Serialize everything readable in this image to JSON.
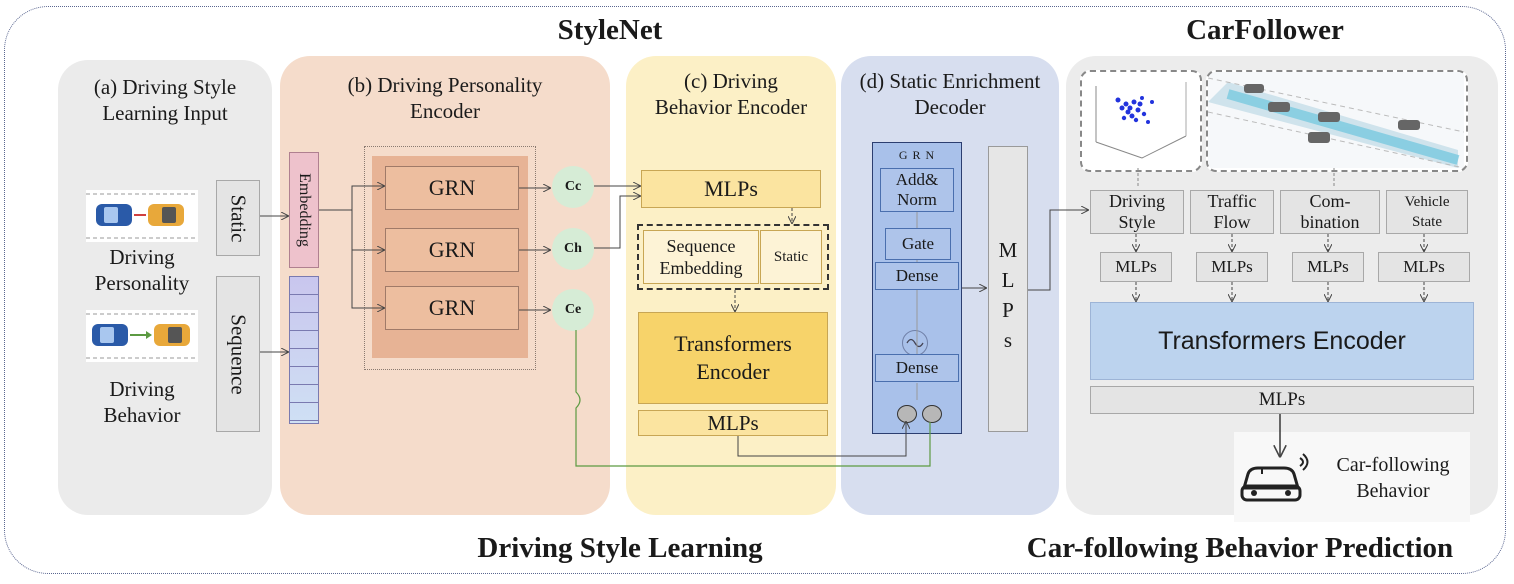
{
  "titles": {
    "stylenet": "StyleNet",
    "carfollower": "CarFollower",
    "driving_style_learning": "Driving Style Learning",
    "car_following_prediction": "Car-following Behavior Prediction"
  },
  "panel_a": {
    "title_line1": "(a) Driving Style",
    "title_line2": "Learning Input",
    "personality_label_1": "Driving",
    "personality_label_2": "Personality",
    "behavior_label_1": "Driving",
    "behavior_label_2": "Behavior",
    "static_box": "Static",
    "sequence_box": "Sequence"
  },
  "panel_b": {
    "title_line1": "(b) Driving Personality",
    "title_line2": "Encoder",
    "embedding": "Embedding",
    "grn_1": "GRN",
    "grn_2": "GRN",
    "grn_3": "GRN",
    "cc": "Cc",
    "ch": "Ch",
    "ce": "Ce"
  },
  "panel_c": {
    "title_line1": "(c) Driving",
    "title_line2": "Behavior Encoder",
    "mlps_top": "MLPs",
    "sequence_embedding_1": "Sequence",
    "sequence_embedding_2": "Embedding",
    "static": "Static",
    "transformers_1": "Transformers",
    "transformers_2": "Encoder",
    "mlps_bottom": "MLPs"
  },
  "panel_d": {
    "title_line1": "(d) Static Enrichment",
    "title_line2": "Decoder",
    "grn_label": "G R N",
    "add_norm_1": "Add&",
    "add_norm_2": "Norm",
    "gate": "Gate",
    "dense_top": "Dense",
    "dense_bottom": "Dense",
    "mlps_vertical": [
      "M",
      "L",
      "P",
      "s"
    ]
  },
  "panel_e": {
    "input_1_a": "Driving",
    "input_1_b": "Style",
    "input_2_a": "Traffic",
    "input_2_b": "Flow",
    "input_3_a": "Com-",
    "input_3_b": "bination",
    "input_4_a": "Vehicle",
    "input_4_b": "State",
    "mlps_1": "MLPs",
    "mlps_2": "MLPs",
    "mlps_3": "MLPs",
    "mlps_4": "MLPs",
    "transformers": "Transformers Encoder",
    "mlps_bottom": "MLPs",
    "output_1": "Car-following",
    "output_2": "Behavior"
  },
  "colors": {
    "panel_a": "#ebebeb",
    "panel_b": "#f5dccb",
    "panel_c": "#fcf0c6",
    "panel_d": "#d7deef",
    "panel_e": "#ececec",
    "car_blue": "#2a5aa8",
    "car_yellow": "#e8a83a",
    "ce_line": "#5c9a42"
  }
}
